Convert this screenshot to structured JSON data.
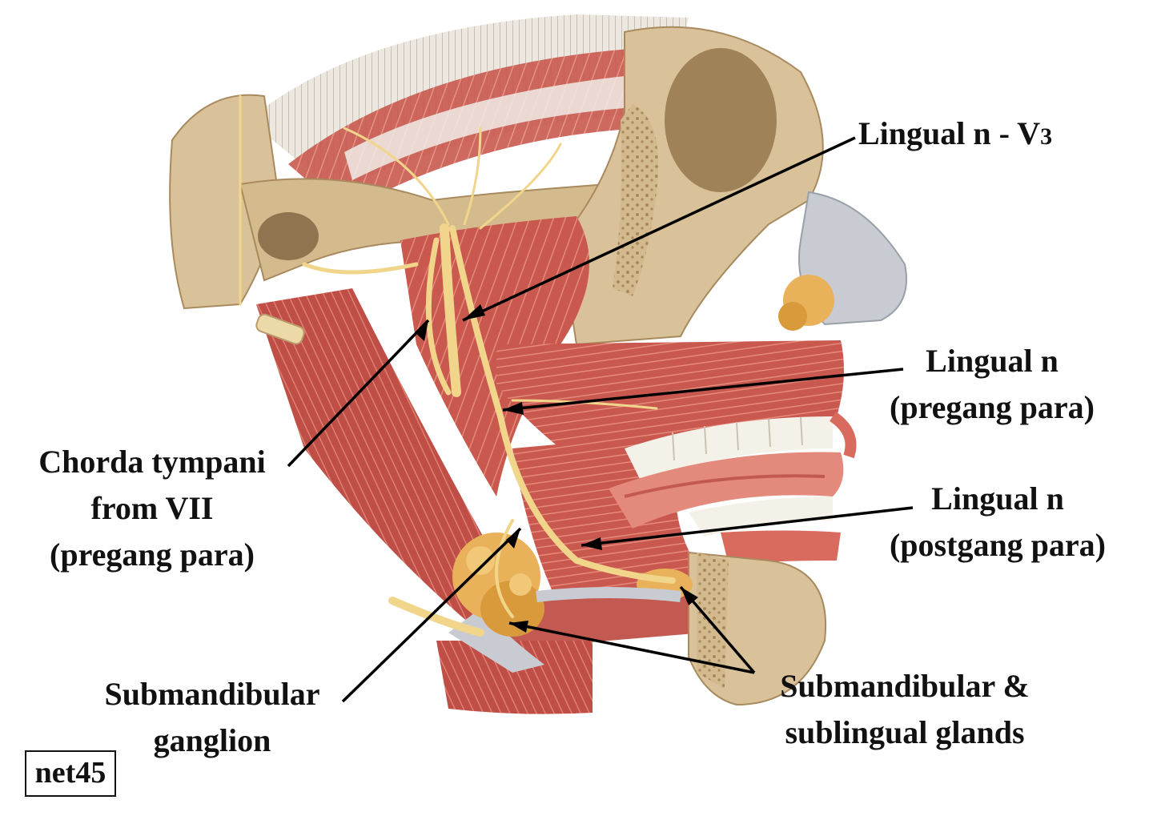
{
  "figure": {
    "code": "net45"
  },
  "labels": {
    "lingual_v3": {
      "main": "Lingual n - V",
      "sub": "3"
    },
    "lingual_pregang": [
      "Lingual n",
      "(pregang para)"
    ],
    "lingual_postgang": [
      "Lingual n",
      "(postgang para)"
    ],
    "chorda_tympani": [
      "Chorda tympani",
      "from VII",
      "(pregang para)"
    ],
    "submandibular_ganglion": [
      "Submandibular",
      "ganglion"
    ],
    "glands": [
      "Submandibular &",
      "sublingual glands"
    ]
  },
  "colors": {
    "muscle": "#c9584e",
    "muscle_light": "#e48a7c",
    "bone": "#d9c29a",
    "bone_dark": "#b89a6b",
    "nerve": "#f1d58a",
    "tendon": "#e9e4dc",
    "cartilage": "#c8ccd2",
    "gland": "#e8b15a",
    "teeth": "#f4f1e8",
    "lips": "#d86a5e"
  }
}
